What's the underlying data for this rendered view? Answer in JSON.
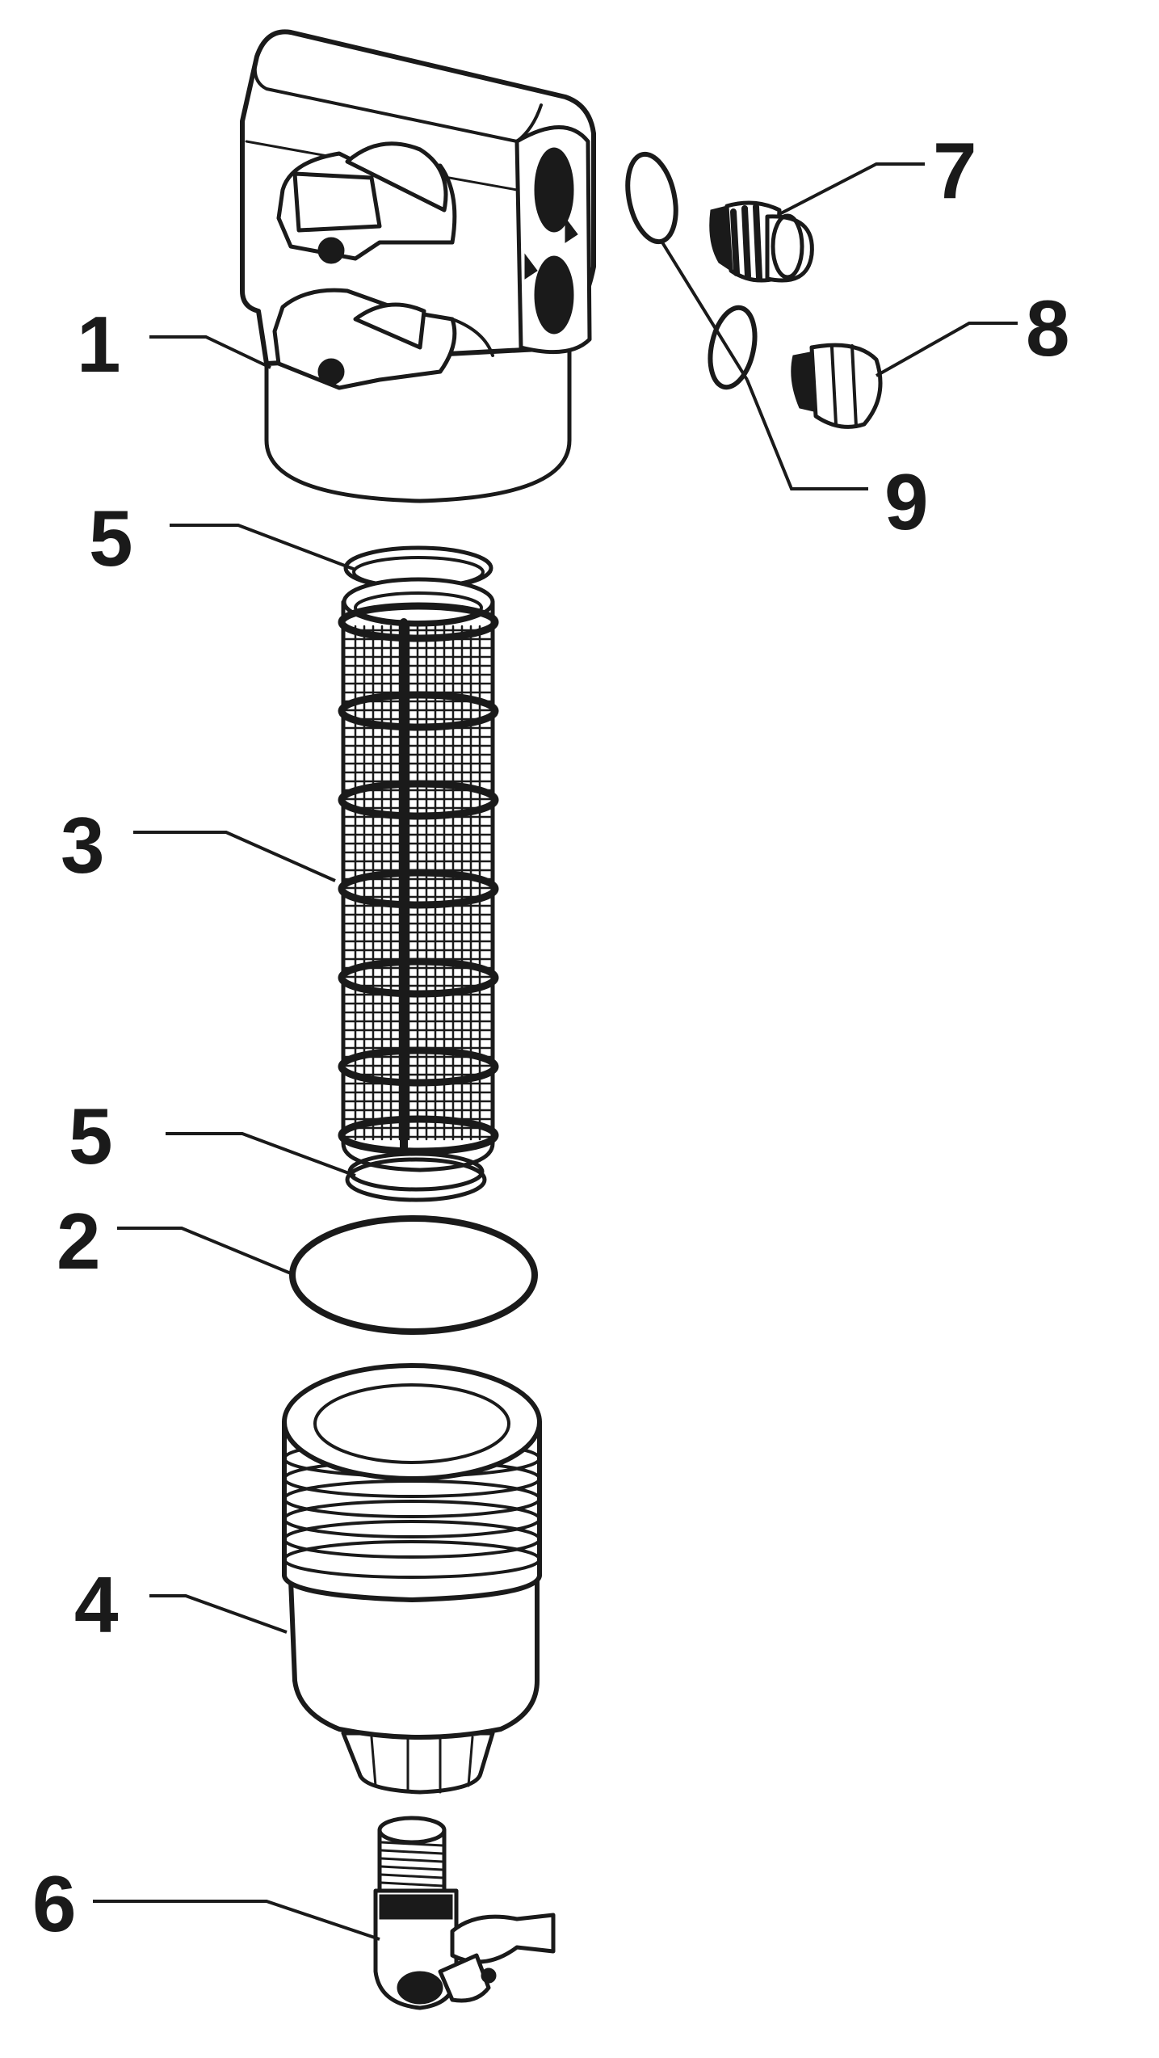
{
  "callouts": [
    {
      "id": "1",
      "text": "1"
    },
    {
      "id": "7",
      "text": "7"
    },
    {
      "id": "8",
      "text": "8"
    },
    {
      "id": "9",
      "text": "9"
    },
    {
      "id": "5a",
      "text": "5"
    },
    {
      "id": "3",
      "text": "3"
    },
    {
      "id": "5b",
      "text": "5"
    },
    {
      "id": "2",
      "text": "2"
    },
    {
      "id": "4",
      "text": "4"
    },
    {
      "id": "6",
      "text": "6"
    }
  ],
  "colors": {
    "ink": "#1a1a1a",
    "paper": "#ffffff"
  }
}
